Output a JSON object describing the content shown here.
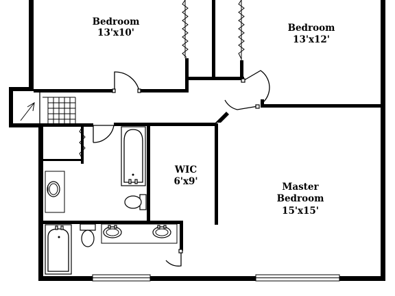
{
  "rooms": [
    {
      "name": "Bedroom",
      "size": "13'x10'"
    },
    {
      "name": "Bedroom",
      "size": "13'x12'"
    },
    {
      "name": "WIC",
      "size": "6'x9'"
    },
    {
      "name": "Master",
      "name2": "Bedroom",
      "size": "15'x15'"
    }
  ],
  "colors": {
    "wall": "#000000",
    "background": "#ffffff"
  }
}
